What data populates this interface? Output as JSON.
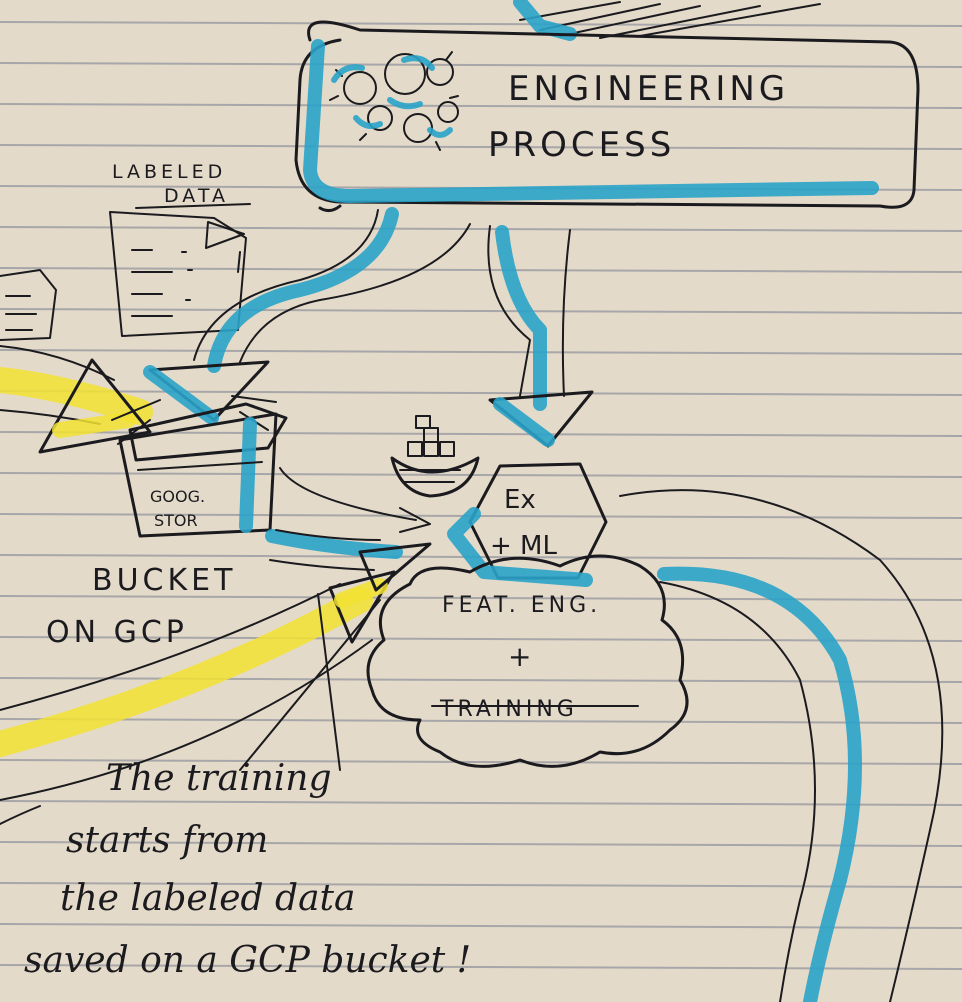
{
  "labels": {
    "process_line1": "ENGINEERING",
    "process_line2": "PROCESS",
    "labeled_line1": "LABELED",
    "labeled_line2": "DATA",
    "storage_line1": "GOOG.",
    "storage_line2": "STOR",
    "bucket_line1": "BUCKET",
    "bucket_line2": "ON GCP",
    "hex_line1": "Ex",
    "hex_line2": "+ ML",
    "cloud_line1": "FEAT. ENG.",
    "cloud_line2": "+",
    "cloud_line3": "TRAINING"
  },
  "note": {
    "line1": "The training",
    "line2": "starts from",
    "line3": "the labeled data",
    "line4": "saved on a GCP bucket !"
  },
  "colors": {
    "paper": "#e4dac9",
    "rule": "#a7a6a8",
    "ink": "#1b1b1f",
    "highlighter_blue": "#2aa3c9",
    "highlighter_yellow": "#f2e232"
  }
}
